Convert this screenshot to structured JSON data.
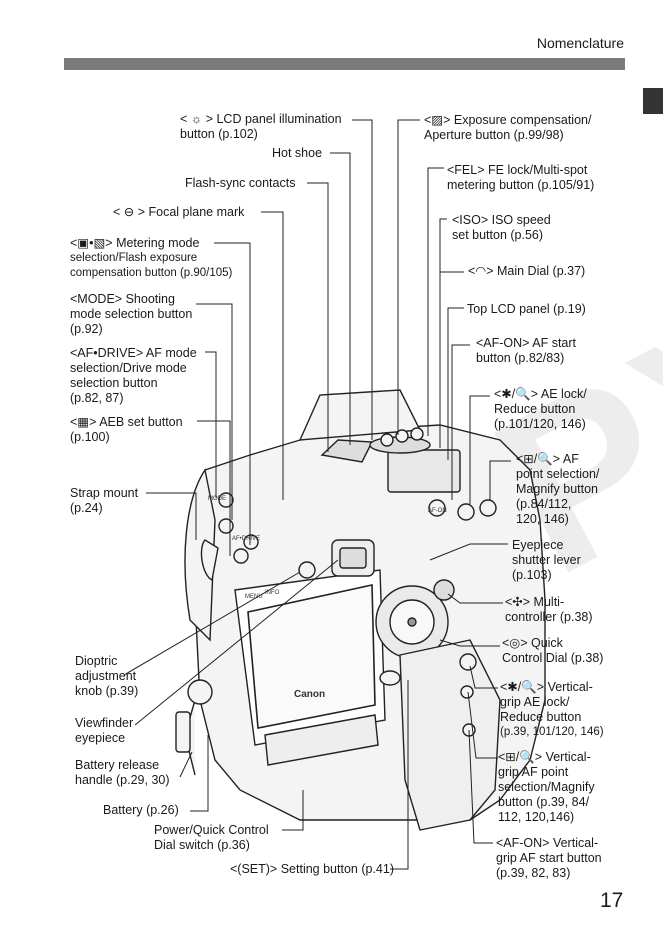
{
  "header": {
    "section": "Nomenclature",
    "page_number": "17"
  },
  "watermark": "COPY",
  "labels": {
    "lcd_illum": [
      "< ☼ > LCD panel illumination",
      "button (p.102)"
    ],
    "hot_shoe": "Hot shoe",
    "flash_sync": "Flash-sync contacts",
    "focal_plane": "< ⊖ > Focal plane mark",
    "metering": [
      "<▣•▧> Metering mode",
      "selection/Flash exposure",
      "compensation button (p.90/105)"
    ],
    "mode": [
      "<MODE> Shooting",
      "mode selection button",
      "(p.92)"
    ],
    "af_drive": [
      "<AF•DRIVE> AF mode",
      "selection/Drive mode",
      "selection button",
      "(p.82, 87)"
    ],
    "aeb": [
      "<▦> AEB set button",
      "(p.100)"
    ],
    "strap": [
      "Strap mount",
      "(p.24)"
    ],
    "diopter": [
      "Dioptric",
      "adjustment",
      "knob (p.39)"
    ],
    "viewfinder": [
      "Viewfinder",
      "eyepiece"
    ],
    "battery_release": [
      "Battery release",
      "handle (p.29, 30)"
    ],
    "battery": "Battery (p.26)",
    "power": [
      "Power/Quick Control",
      "Dial switch (p.36)"
    ],
    "setting": "<(SET)> Setting button (p.41)",
    "exposure_comp": [
      "<▨> Exposure compensation/",
      "Aperture button (p.99/98)"
    ],
    "fel": [
      "<FEL> FE lock/Multi-spot",
      "metering button (p.105/91)"
    ],
    "iso": [
      "<ISO> ISO speed",
      "set button (p.56)"
    ],
    "main_dial": "<◠> Main Dial (p.37)",
    "top_lcd": "Top LCD panel (p.19)",
    "af_on": [
      "<AF-ON> AF start",
      "button (p.82/83)"
    ],
    "ae_lock": [
      "<✱/🔍> AE lock/",
      "Reduce button",
      "(p.101/120, 146)"
    ],
    "af_point": [
      "<⊞/🔍> AF",
      "point selection/",
      "Magnify button",
      "(p.84/112,",
      "120, 146)"
    ],
    "eyepiece_shutter": [
      "Eyepiece",
      "shutter lever",
      "(p.103)"
    ],
    "multi_controller": [
      "<✣> Multi-",
      "controller (p.38)"
    ],
    "quick_dial": [
      "<◎> Quick",
      "Control Dial (p.38)"
    ],
    "vert_ae": [
      "<✱/🔍> Vertical-",
      "grip AE lock/",
      "Reduce button",
      "(p.39, 101/120, 146)"
    ],
    "vert_af_point": [
      "<⊞/🔍> Vertical-",
      "grip AF point",
      "selection/Magnify",
      "button (p.39, 84/",
      "112, 120,146)"
    ],
    "vert_af_on": [
      "<AF-ON> Vertical-",
      "grip AF start button",
      "(p.39, 82, 83)"
    ]
  },
  "camera": {
    "brand": "Canon",
    "buttons": [
      "MODE",
      "AF•DRIVE",
      "MENU",
      "INFO",
      "AF-ON"
    ]
  }
}
